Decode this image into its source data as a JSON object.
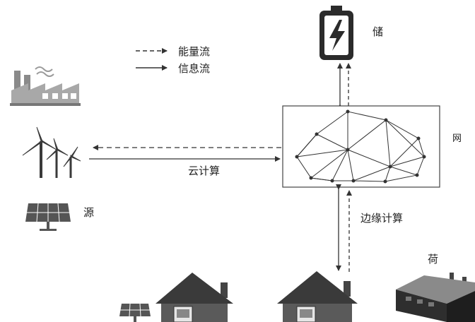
{
  "legend": {
    "energy_flow": "能量流",
    "info_flow": "信息流"
  },
  "labels": {
    "storage": "储",
    "grid": "网",
    "source": "源",
    "load": "荷",
    "cloud_computing": "云计算",
    "edge_computing": "边缘计算"
  },
  "icons": [
    "battery-icon",
    "factory-icon",
    "wind-turbine-icon",
    "solar-panel-icon",
    "house-icon",
    "industrial-building-icon",
    "network-mesh-icon"
  ],
  "colors": {
    "line": "#333333",
    "icon_dark": "#2b2b2b",
    "icon_mid": "#6e6e6e",
    "icon_light": "#bdbdbd"
  }
}
